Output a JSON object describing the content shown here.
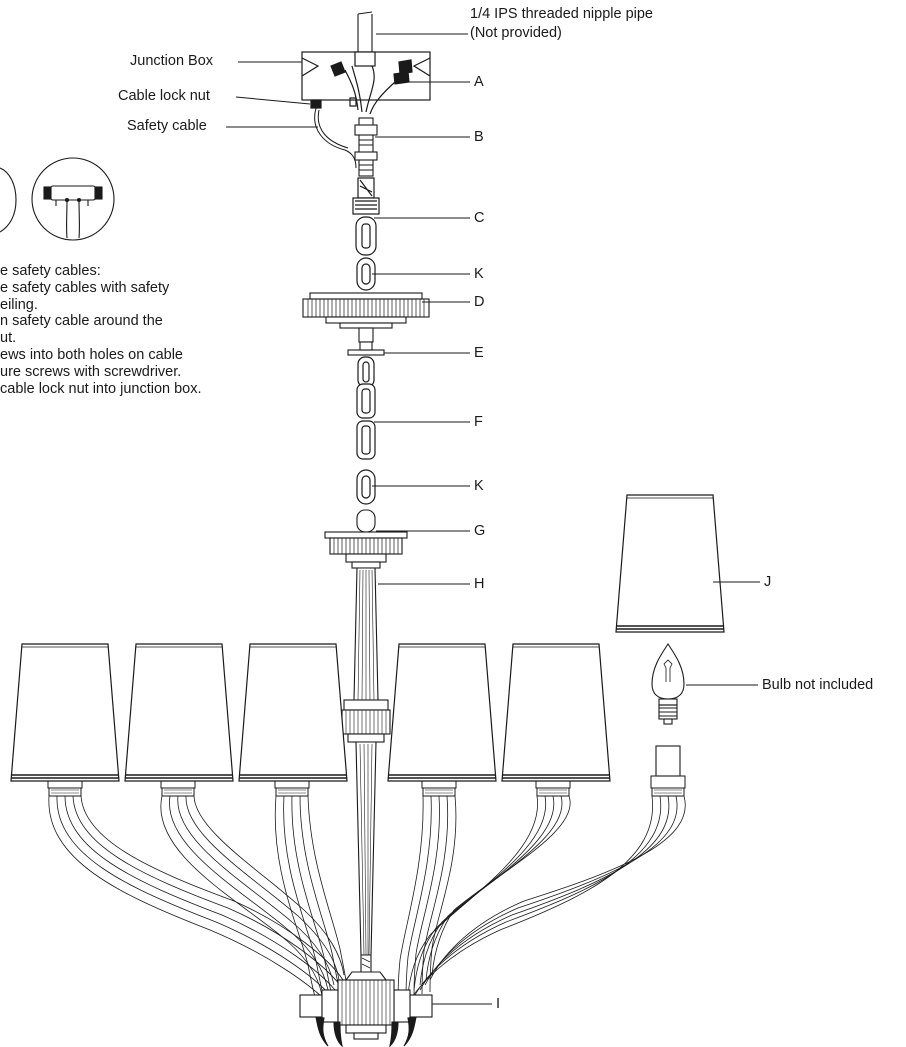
{
  "labels": {
    "nipple_pipe_line1": "1/4 IPS threaded nipple pipe",
    "nipple_pipe_line2": "(Not provided)",
    "junction_box": "Junction Box",
    "cable_lock_nut": "Cable lock nut",
    "safety_cable": "Safety cable",
    "bulb": "Bulb not included"
  },
  "part_letters": {
    "A": "A",
    "B": "B",
    "C": "C",
    "K1": "K",
    "D": "D",
    "E": "E",
    "F": "F",
    "K2": "K",
    "G": "G",
    "H": "H",
    "J": "J",
    "I": "I"
  },
  "instructions": [
    "e safety cables:",
    "e safety cables with safety",
    "eiling.",
    "n safety cable around the",
    "ut.",
    "ews into both holes on cable",
    "ure screws with screwdriver.",
    "cable lock nut into junction box."
  ],
  "colors": {
    "ink": "#1a1a1a",
    "shade_fill": "#ffffff"
  }
}
